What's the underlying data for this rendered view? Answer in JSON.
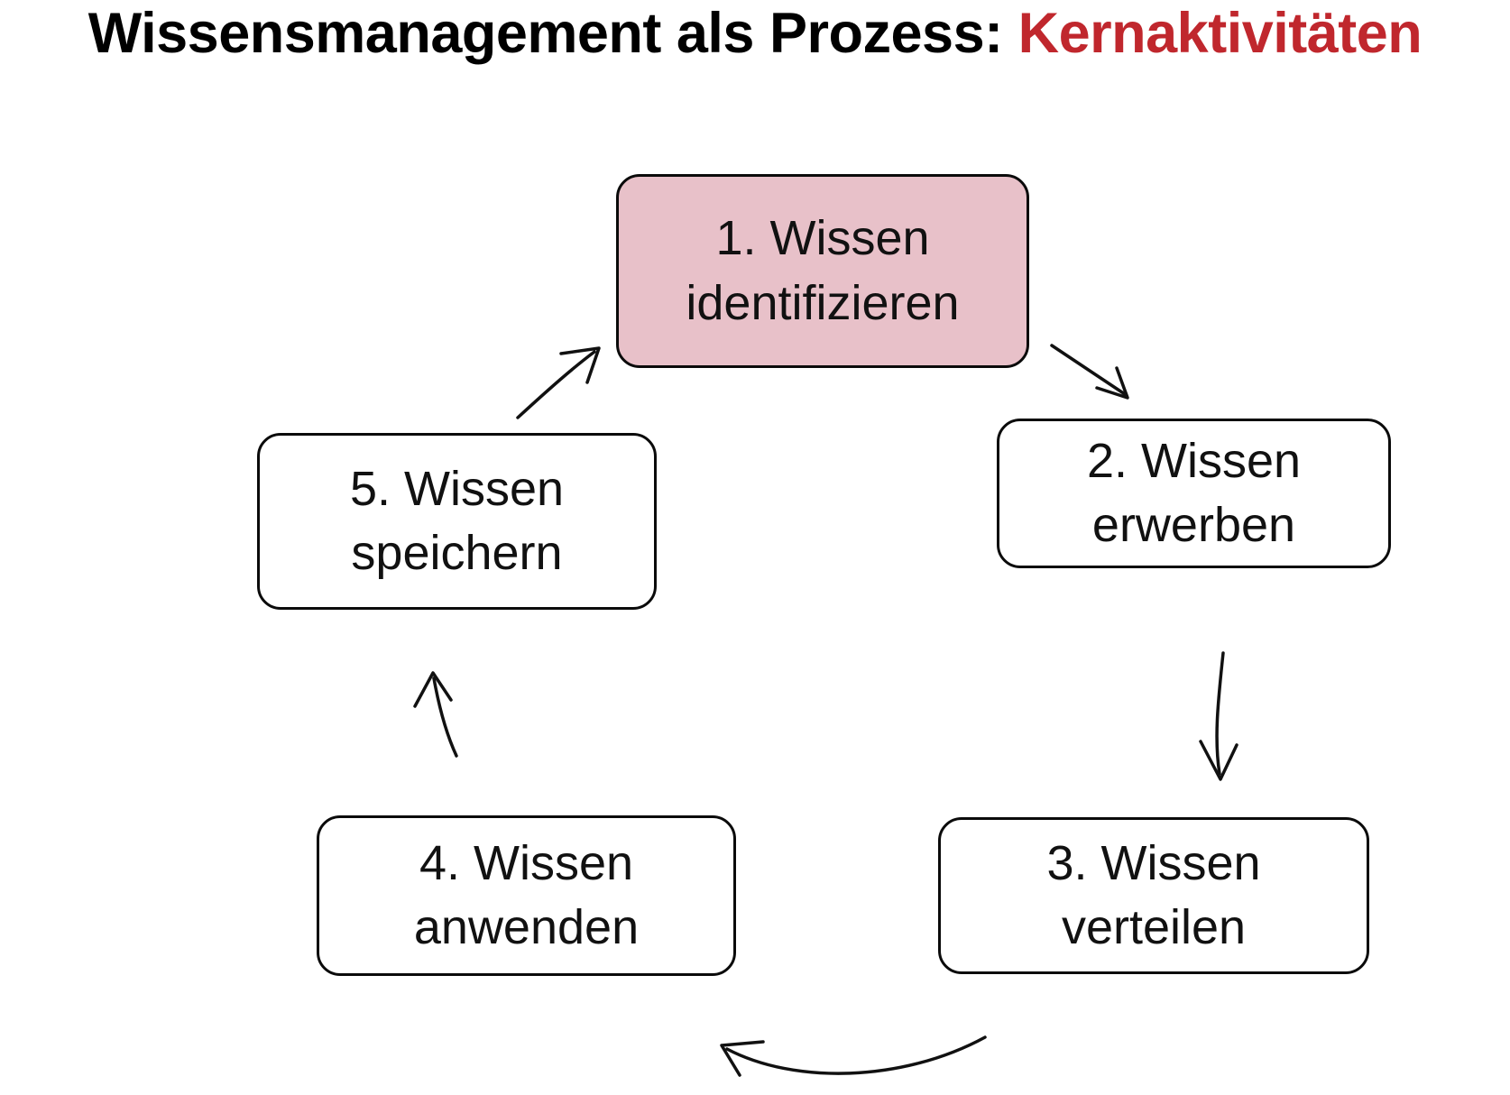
{
  "title": {
    "black_part": "Wissensmanagement als Prozess: ",
    "red_part": "Kernaktivitäten",
    "accent_color": "#C0272D"
  },
  "diagram": {
    "type": "cycle",
    "highlight_color": "#E8C1C9",
    "border_color": "#0B0B0B",
    "nodes": [
      {
        "id": "1",
        "label": "1. Wissen\nidentifizieren",
        "highlighted": true
      },
      {
        "id": "2",
        "label": "2. Wissen\nerwerben",
        "highlighted": false
      },
      {
        "id": "3",
        "label": "3. Wissen\nverteilen",
        "highlighted": false
      },
      {
        "id": "4",
        "label": "4. Wissen\nanwenden",
        "highlighted": false
      },
      {
        "id": "5",
        "label": "5. Wissen\nspeichern",
        "highlighted": false
      }
    ],
    "arrows": [
      {
        "from": "1",
        "to": "2",
        "direction": "down-right"
      },
      {
        "from": "2",
        "to": "3",
        "direction": "down"
      },
      {
        "from": "3",
        "to": "4",
        "direction": "left"
      },
      {
        "from": "4",
        "to": "5",
        "direction": "up"
      },
      {
        "from": "5",
        "to": "1",
        "direction": "up-right"
      }
    ]
  }
}
